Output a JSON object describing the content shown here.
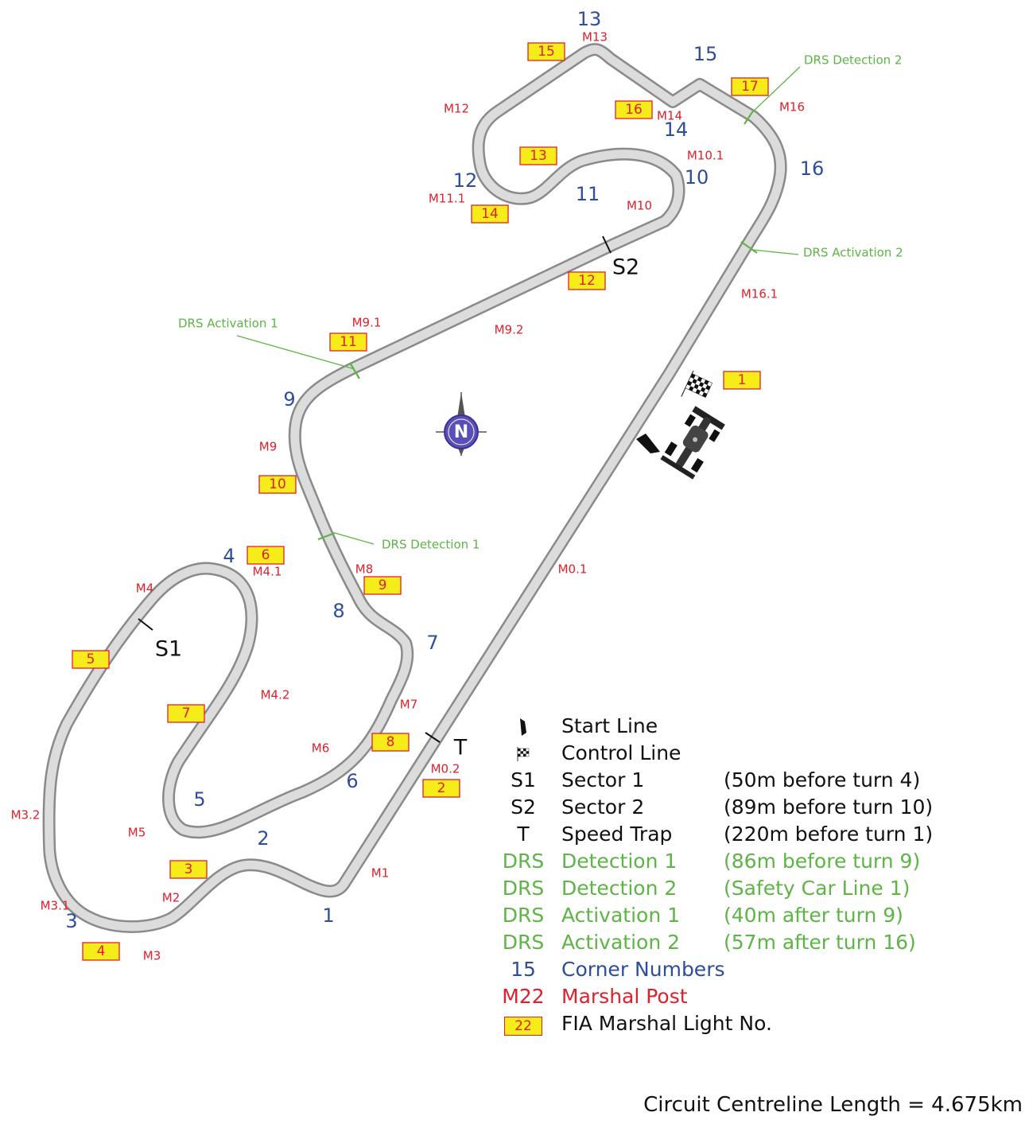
{
  "corners": [
    "1",
    "2",
    "3",
    "4",
    "5",
    "6",
    "7",
    "8",
    "9",
    "10",
    "11",
    "12",
    "13",
    "14",
    "15",
    "16"
  ],
  "marshal_posts": [
    "M0.1",
    "M0.2",
    "M1",
    "M2",
    "M3",
    "M3.1",
    "M3.2",
    "M4",
    "M4.1",
    "M4.2",
    "M5",
    "M6",
    "M7",
    "M8",
    "M9",
    "M9.1",
    "M9.2",
    "M10",
    "M10.1",
    "M11.1",
    "M12",
    "M13",
    "M14",
    "M16",
    "M16.1"
  ],
  "marshal_lights": [
    "1",
    "2",
    "3",
    "4",
    "5",
    "6",
    "7",
    "8",
    "9",
    "10",
    "11",
    "12",
    "13",
    "14",
    "15",
    "16",
    "17"
  ],
  "sectors": {
    "s1": "S1",
    "s2": "S2",
    "t": "T"
  },
  "drs": {
    "detection1": "DRS  Detection 1",
    "detection2": "DRS  Detection 2",
    "activation1": "DRS  Activation 1",
    "activation2": "DRS  Activation 2"
  },
  "compass": {
    "letter": "N"
  },
  "legend": [
    {
      "symbol": "",
      "symbol_icon": "start-line-icon",
      "label": "Start Line",
      "note": "",
      "color": "black"
    },
    {
      "symbol": "",
      "symbol_icon": "checkered-flag-icon",
      "label": "Control Line",
      "note": "",
      "color": "black"
    },
    {
      "symbol": "S1",
      "label": "Sector 1",
      "note": "(50m before turn 4)",
      "color": "black"
    },
    {
      "symbol": "S2",
      "label": "Sector 2",
      "note": "(89m before turn 10)",
      "color": "black"
    },
    {
      "symbol": "T",
      "label": "Speed Trap",
      "note": "(220m before turn 1)",
      "color": "black"
    },
    {
      "symbol": "DRS",
      "label": "Detection 1",
      "note": "(86m before turn 9)",
      "color": "green"
    },
    {
      "symbol": "DRS",
      "label": "Detection 2",
      "note": "(Safety Car Line 1)",
      "color": "green"
    },
    {
      "symbol": "DRS",
      "label": "Activation 1",
      "note": "(40m after turn 9)",
      "color": "green"
    },
    {
      "symbol": "DRS",
      "label": "Activation 2",
      "note": "(57m after turn 16)",
      "color": "green"
    },
    {
      "symbol": "15",
      "label": "Corner Numbers",
      "note": "",
      "color": "blue"
    },
    {
      "symbol": "M22",
      "label": "Marshal Post",
      "note": "",
      "color": "red"
    },
    {
      "symbol": "22",
      "symbol_box": true,
      "label": "FIA Marshal Light No.",
      "note": "",
      "color": "black"
    }
  ],
  "footer": {
    "length": "Circuit Centreline Length = 4.675km"
  },
  "colors": {
    "corner": "#2e4d9a",
    "marshal": "#e0202a",
    "drs": "#5db545",
    "light_fill": "#f5ec1a",
    "track": "#dcdcdc"
  }
}
